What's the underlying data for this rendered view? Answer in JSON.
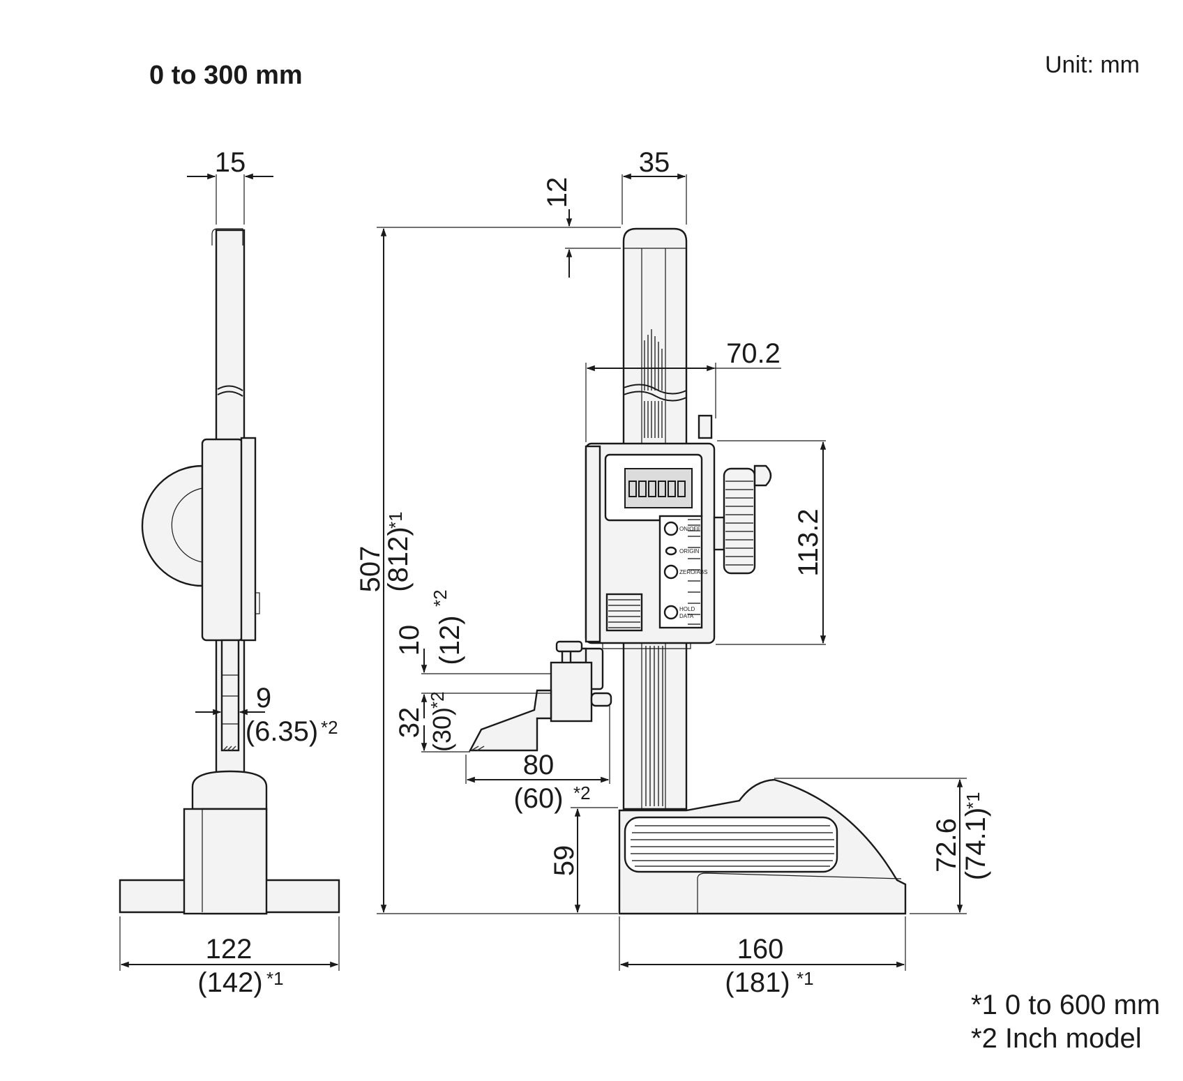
{
  "title": "0 to 300 mm",
  "unit": "Unit: mm",
  "footnotes": {
    "note1": "*1 0 to 600 mm",
    "note2": "*2 Inch model"
  },
  "side_view": {
    "width_top": "15",
    "scriber_thickness": "9",
    "scriber_thickness_inch": "(6.35)",
    "base_width": "122",
    "base_width_600": "(142)"
  },
  "front_view": {
    "column_width": "35",
    "top_height": "12",
    "overall_height": "507",
    "overall_height_600": "(812)",
    "slider_width": "70.2",
    "slider_height": "113.2",
    "clamp_offset": "10",
    "clamp_offset_inch": "(12)",
    "scriber_height": "32",
    "scriber_height_inch": "(30)",
    "scriber_reach": "80",
    "scriber_reach_inch": "(60)",
    "min_height": "59",
    "base_height": "72.6",
    "base_height_600": "(74.1)",
    "base_length": "160",
    "base_length_600": "(181)"
  },
  "marks": {
    "star1": "*1",
    "star2": "*2"
  },
  "display_labels": {
    "on_off": "ON/OFF",
    "origin": "ORIGIN",
    "zero_abs": "ZERO/ABS",
    "hold": "HOLD",
    "data": "DATA"
  }
}
